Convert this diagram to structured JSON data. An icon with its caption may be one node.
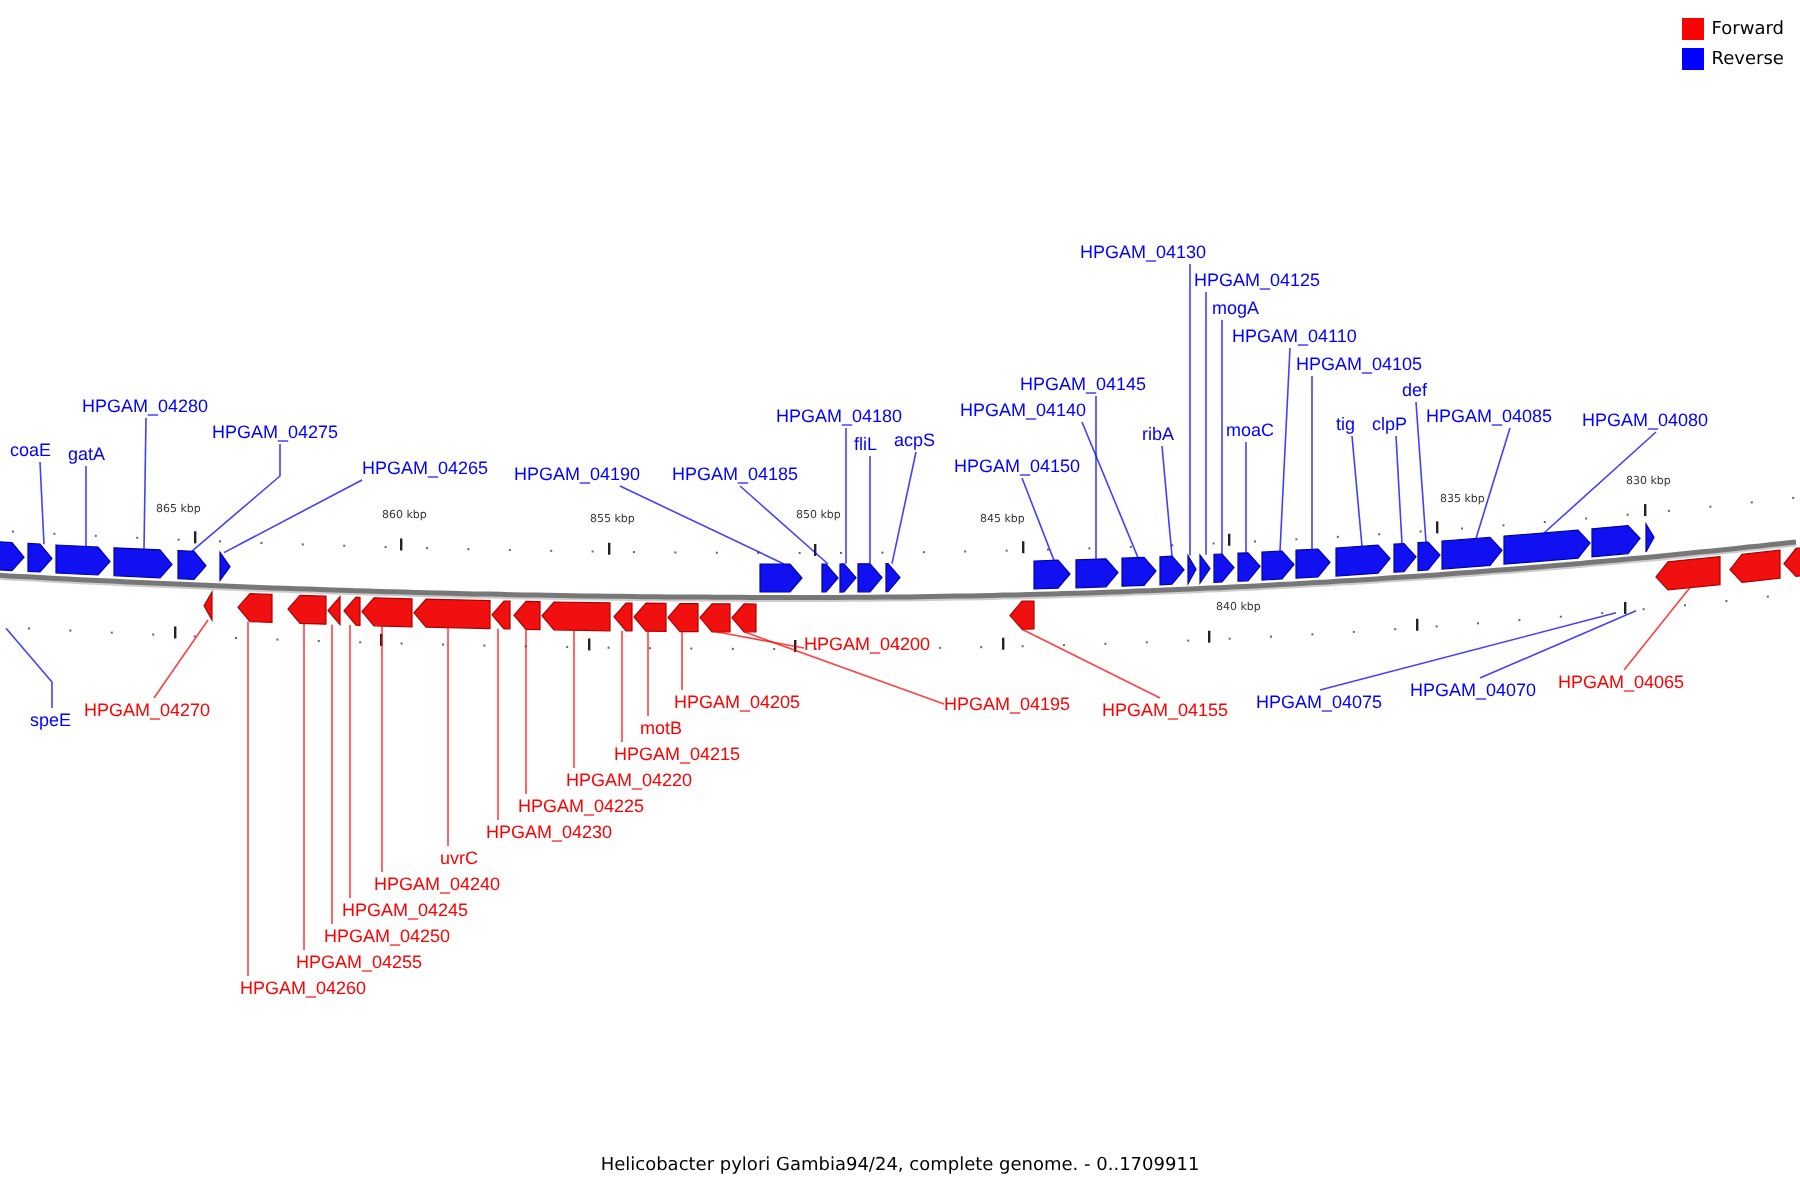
{
  "diagram": {
    "caption": "Helicobacter pylori Gambia94/24, complete genome. - 0..1709911",
    "nodes": [
      {
        "text": [
          "coaE"
        ]
      },
      {
        "text": [
          "gatA"
        ]
      },
      {
        "text": [
          "HPGAM_04280"
        ]
      },
      {
        "text": [
          "HPGAM_04275"
        ]
      },
      {
        "text": [
          "HPGAM_04265"
        ]
      },
      {
        "text": [
          "HPGAM_04190"
        ]
      },
      {
        "text": [
          "HPGAM_04185"
        ]
      },
      {
        "text": [
          "HPGAM_04180"
        ]
      },
      {
        "text": [
          "fliL"
        ]
      },
      {
        "text": [
          "acpS"
        ]
      },
      {
        "text": [
          "HPGAM_04150"
        ]
      },
      {
        "text": [
          "HPGAM_04145"
        ]
      },
      {
        "text": [
          "HPGAM_04140"
        ]
      },
      {
        "text": [
          "ribA"
        ]
      },
      {
        "text": [
          "HPGAM_04130"
        ]
      },
      {
        "text": [
          "HPGAM_04125"
        ]
      },
      {
        "text": [
          "mogA"
        ]
      },
      {
        "text": [
          "HPGAM_04110"
        ]
      },
      {
        "text": [
          "moaC"
        ]
      },
      {
        "text": [
          "HPGAM_04105"
        ]
      },
      {
        "text": [
          "tig"
        ]
      },
      {
        "text": [
          "clpP"
        ]
      },
      {
        "text": [
          "def"
        ]
      },
      {
        "text": [
          "HPGAM_04085"
        ]
      },
      {
        "text": [
          "HPGAM_04080"
        ]
      },
      {
        "text": [
          "speE"
        ]
      },
      {
        "text": [
          "HPGAM_04270"
        ]
      },
      {
        "text": [
          "HPGAM_04260"
        ]
      },
      {
        "text": [
          "HPGAM_04255"
        ]
      },
      {
        "text": [
          "HPGAM_04250"
        ]
      },
      {
        "text": [
          "HPGAM_04245"
        ]
      },
      {
        "text": [
          "HPGAM_04240"
        ]
      },
      {
        "text": [
          "uvrC"
        ]
      },
      {
        "text": [
          "HPGAM_04230"
        ]
      },
      {
        "text": [
          "HPGAM_04225"
        ]
      },
      {
        "text": [
          "HPGAM_04220"
        ]
      },
      {
        "text": [
          "HPGAM_04215"
        ]
      },
      {
        "text": [
          "motB"
        ]
      },
      {
        "text": [
          "HPGAM_04205"
        ]
      },
      {
        "text": [
          "HPGAM_04200"
        ]
      },
      {
        "text": [
          "HPGAM_04195"
        ]
      },
      {
        "text": [
          "HPGAM_04155"
        ]
      },
      {
        "text": [
          "HPGAM_04075"
        ]
      },
      {
        "text": [
          "HPGAM_04070"
        ]
      },
      {
        "text": [
          "HPGAM_04065"
        ]
      },
      {
        "text": [],
        "shape": "pentagon"
      },
      {
        "text": [],
        "shape": "pentagon"
      },
      {
        "text": [],
        "shape": "pentagon"
      },
      {
        "text": [],
        "shape": "pentagon"
      },
      {
        "text": [],
        "shape": "pentagon"
      },
      {
        "text": [],
        "shape": "triangle"
      },
      {
        "text": [],
        "shape": "pentagon"
      },
      {
        "text": [],
        "shape": "pentagon"
      },
      {
        "text": [],
        "shape": "pentagon"
      },
      {
        "text": [],
        "shape": "pentagon"
      },
      {
        "text": [],
        "shape": "pentagon"
      },
      {
        "text": [],
        "shape": "pentagon"
      },
      {
        "text": [],
        "shape": "pentagon"
      },
      {
        "text": [],
        "shape": "pentagon"
      },
      {
        "text": [],
        "shape": "pentagon"
      },
      {
        "text": [],
        "shape": "triangle"
      },
      {
        "text": [],
        "shape": "triangle"
      },
      {
        "text": [],
        "shape": "pentagon"
      },
      {
        "text": [],
        "shape": "pentagon"
      },
      {
        "text": [],
        "shape": "pentagon"
      },
      {
        "text": [],
        "shape": "pentagon"
      },
      {
        "text": [],
        "shape": "pentagon"
      },
      {
        "text": [],
        "shape": "pentagon"
      },
      {
        "text": [],
        "shape": "pentagon"
      },
      {
        "text": [],
        "shape": "pentagon"
      },
      {
        "text": [],
        "shape": "pentagon"
      },
      {
        "text": [],
        "shape": "pentagon"
      },
      {
        "text": [],
        "shape": "triangle"
      },
      {
        "text": [],
        "shape": "triangle"
      },
      {
        "text": [],
        "shape": "pentagon"
      },
      {
        "text": [],
        "shape": "pentagon"
      },
      {
        "text": [],
        "shape": "triangle"
      },
      {
        "text": [],
        "shape": "pentagon"
      },
      {
        "text": [],
        "shape": "pentagon"
      },
      {
        "text": [],
        "shape": "pentagon"
      },
      {
        "text": [],
        "shape": "pentagon"
      },
      {
        "text": [],
        "shape": "pentagon"
      },
      {
        "text": [],
        "shape": "pentagon"
      },
      {
        "text": [],
        "shape": "pentagon"
      },
      {
        "text": [],
        "shape": "pentagon"
      },
      {
        "text": [],
        "shape": "pentagon"
      },
      {
        "text": [],
        "shape": "pentagon"
      },
      {
        "text": [],
        "shape": "pentagon"
      },
      {
        "text": [],
        "shape": "pentagon"
      },
      {
        "text": [],
        "shape": "pentagon"
      },
      {
        "text": [],
        "shape": "pentagon"
      },
      {
        "text": [],
        "shape": "pentagon"
      }
    ],
    "edges": [
      {
        "from": 0,
        "to": 46,
        "arrow": "none"
      },
      {
        "from": 1,
        "to": 47,
        "arrow": "none"
      },
      {
        "from": 2,
        "to": 48,
        "arrow": "none"
      },
      {
        "from": 3,
        "to": 49,
        "arrow": "none"
      },
      {
        "from": 4,
        "to": 50,
        "arrow": "none"
      },
      {
        "from": 5,
        "to": 51,
        "arrow": "none"
      },
      {
        "from": 6,
        "to": 52,
        "arrow": "none"
      },
      {
        "from": 7,
        "to": 53,
        "arrow": "none"
      },
      {
        "from": 8,
        "to": 54,
        "arrow": "none"
      },
      {
        "from": 9,
        "to": 55,
        "arrow": "none"
      },
      {
        "from": 10,
        "to": 56,
        "arrow": "none"
      },
      {
        "from": 11,
        "to": 57,
        "arrow": "none"
      },
      {
        "from": 12,
        "to": 58,
        "arrow": "none"
      },
      {
        "from": 13,
        "to": 59,
        "arrow": "none"
      },
      {
        "from": 14,
        "to": 60,
        "arrow": "none"
      },
      {
        "from": 15,
        "to": 61,
        "arrow": "none"
      },
      {
        "from": 16,
        "to": 62,
        "arrow": "none"
      },
      {
        "from": 17,
        "to": 64,
        "arrow": "none"
      },
      {
        "from": 18,
        "to": 63,
        "arrow": "none"
      },
      {
        "from": 19,
        "to": 65,
        "arrow": "none"
      },
      {
        "from": 20,
        "to": 66,
        "arrow": "none"
      },
      {
        "from": 21,
        "to": 67,
        "arrow": "none"
      },
      {
        "from": 22,
        "to": 68,
        "arrow": "none"
      },
      {
        "from": 23,
        "to": 69,
        "arrow": "none"
      },
      {
        "from": 24,
        "to": 70,
        "arrow": "none"
      },
      {
        "from": 25,
        "to": null,
        "arrow": "none"
      },
      {
        "from": 26,
        "to": 73,
        "arrow": "none",
        "color": "#ff0000"
      },
      {
        "from": 27,
        "to": 74,
        "arrow": "none",
        "color": "#ff0000"
      },
      {
        "from": 28,
        "to": 75,
        "arrow": "none",
        "color": "#ff0000"
      },
      {
        "from": 29,
        "to": 76,
        "arrow": "none",
        "color": "#ff0000"
      },
      {
        "from": 30,
        "to": 77,
        "arrow": "none",
        "color": "#ff0000"
      },
      {
        "from": 31,
        "to": 78,
        "arrow": "none",
        "color": "#ff0000"
      },
      {
        "from": 32,
        "to": 79,
        "arrow": "none",
        "color": "#ff0000"
      },
      {
        "from": 33,
        "to": 80,
        "arrow": "none",
        "color": "#ff0000"
      },
      {
        "from": 34,
        "to": 81,
        "arrow": "none",
        "color": "#ff0000"
      },
      {
        "from": 35,
        "to": 82,
        "arrow": "none",
        "color": "#ff0000"
      },
      {
        "from": 36,
        "to": 83,
        "arrow": "none",
        "color": "#ff0000"
      },
      {
        "from": 37,
        "to": 84,
        "arrow": "none",
        "color": "#ff0000"
      },
      {
        "from": 38,
        "to": 85,
        "arrow": "none",
        "color": "#ff0000"
      },
      {
        "from": 39,
        "to": 86,
        "arrow": "none",
        "color": "#ff0000"
      },
      {
        "from": 40,
        "to": 87,
        "arrow": "none",
        "color": "#ff0000"
      },
      {
        "from": 41,
        "to": 88,
        "arrow": "none",
        "color": "#ff0000"
      },
      {
        "from": 42,
        "to": null,
        "arrow": "none"
      },
      {
        "from": 43,
        "to": null,
        "arrow": "none"
      },
      {
        "from": 44,
        "to": 89,
        "arrow": "none",
        "color": "#ff0000"
      }
    ],
    "labels": [
      "865 kbp",
      "860 kbp",
      "855 kbp",
      "850 kbp",
      "845 kbp",
      "840 kbp",
      "835 kbp",
      "830 kbp"
    ],
    "legend": [
      {
        "text": "Forward",
        "color": "#ff0000"
      },
      {
        "text": "Reverse",
        "color": "#0000ff"
      }
    ]
  }
}
